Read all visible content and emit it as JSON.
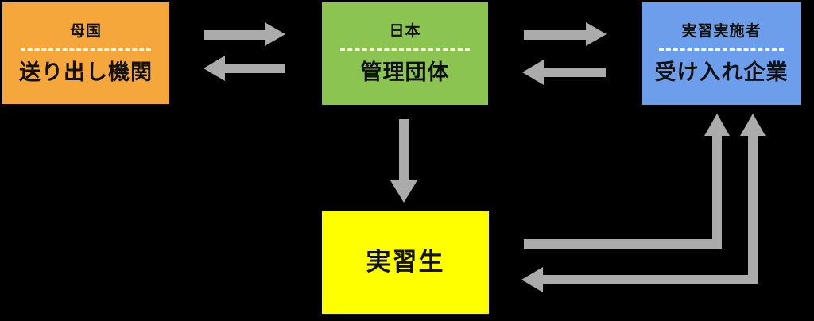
{
  "diagram": {
    "background_color": "#000000",
    "arrow_color": "#ABABAB",
    "nodes": {
      "sending": {
        "region": "母国",
        "name": "送り出し機関",
        "color": "#F6A73C"
      },
      "supervising": {
        "region": "日本",
        "name": "管理団体",
        "color": "#8CC452"
      },
      "accepting": {
        "region": "実習実施者",
        "name": "受け入れ企業",
        "color": "#6D9EEB"
      },
      "trainee": {
        "name": "実習生",
        "color": "#FFFF00"
      }
    },
    "arrows": [
      {
        "from": "sending",
        "to": "supervising",
        "direction": "right"
      },
      {
        "from": "supervising",
        "to": "sending",
        "direction": "left"
      },
      {
        "from": "supervising",
        "to": "accepting",
        "direction": "right"
      },
      {
        "from": "accepting",
        "to": "supervising",
        "direction": "left"
      },
      {
        "from": "supervising",
        "to": "trainee",
        "direction": "down"
      },
      {
        "from": "trainee",
        "to": "accepting",
        "direction": "right-then-up"
      },
      {
        "from": "accepting",
        "to": "trainee",
        "direction": "up-and-left",
        "double_headed": true
      }
    ]
  }
}
